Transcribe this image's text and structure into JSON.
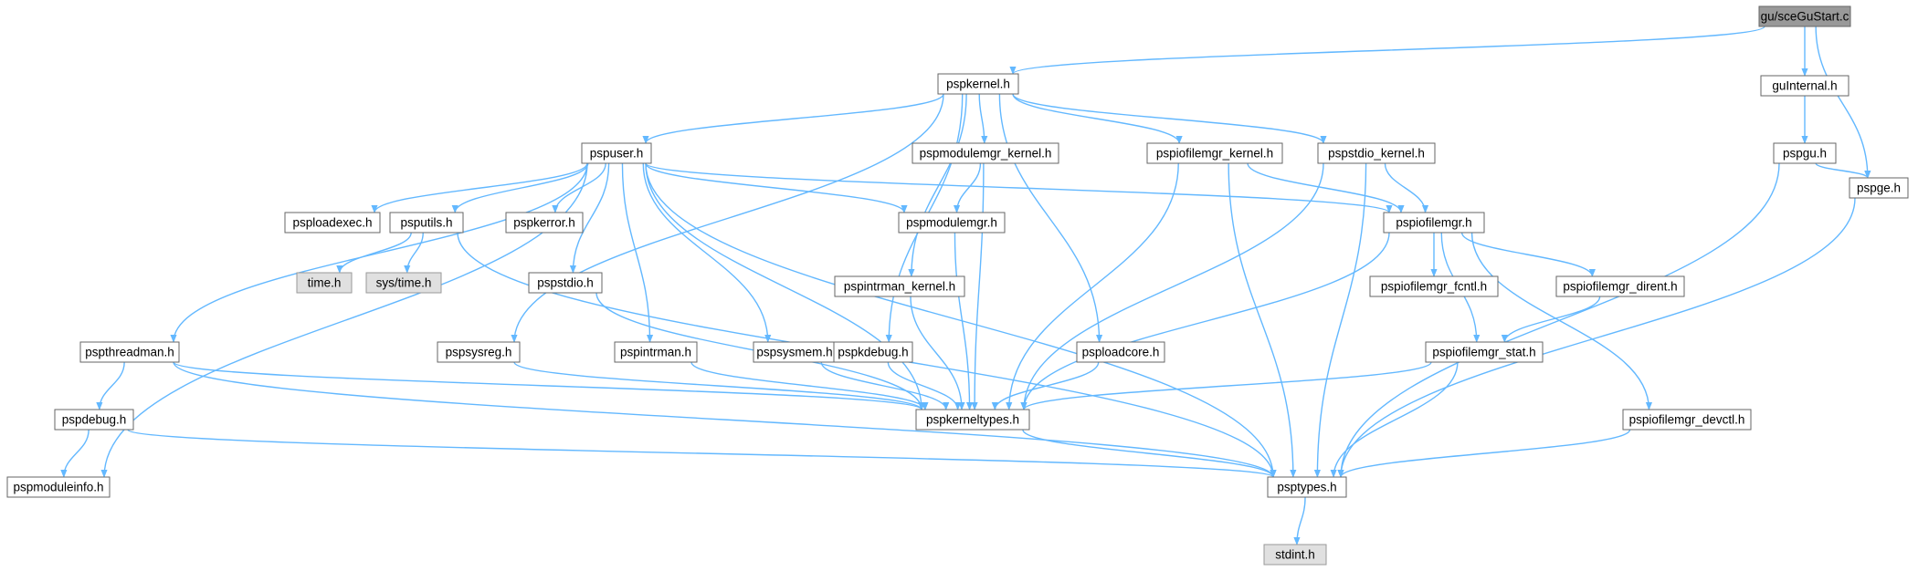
{
  "graph": {
    "colors": {
      "edge": "#63b8ff",
      "node_border": "#666666",
      "root_fill": "#999999",
      "system_header_fill": "#e0e0e0"
    },
    "nodes": [
      {
        "id": "sceGuStart",
        "label": "gu/sceGuStart.c",
        "kind": "root"
      },
      {
        "id": "pspkernel",
        "label": "pspkernel.h",
        "kind": "header"
      },
      {
        "id": "guInternal",
        "label": "guInternal.h",
        "kind": "header"
      },
      {
        "id": "pspgu",
        "label": "pspgu.h",
        "kind": "header"
      },
      {
        "id": "pspge",
        "label": "pspge.h",
        "kind": "header"
      },
      {
        "id": "pspuser",
        "label": "pspuser.h",
        "kind": "header"
      },
      {
        "id": "pspmodulemgr_kernel",
        "label": "pspmodulemgr_kernel.h",
        "kind": "header"
      },
      {
        "id": "pspiofilemgr_kernel",
        "label": "pspiofilemgr_kernel.h",
        "kind": "header"
      },
      {
        "id": "pspstdio_kernel",
        "label": "pspstdio_kernel.h",
        "kind": "header"
      },
      {
        "id": "psploadexec",
        "label": "psploadexec.h",
        "kind": "header"
      },
      {
        "id": "psputils",
        "label": "psputils.h",
        "kind": "header"
      },
      {
        "id": "pspkerror",
        "label": "pspkerror.h",
        "kind": "header"
      },
      {
        "id": "pspmodulemgr",
        "label": "pspmodulemgr.h",
        "kind": "header"
      },
      {
        "id": "pspiofilemgr",
        "label": "pspiofilemgr.h",
        "kind": "header"
      },
      {
        "id": "time",
        "label": "time.h",
        "kind": "system"
      },
      {
        "id": "systime",
        "label": "sys/time.h",
        "kind": "system"
      },
      {
        "id": "pspstdio",
        "label": "pspstdio.h",
        "kind": "header"
      },
      {
        "id": "pspintrman_kernel",
        "label": "pspintrman_kernel.h",
        "kind": "header"
      },
      {
        "id": "pspiofilemgr_fcntl",
        "label": "pspiofilemgr_fcntl.h",
        "kind": "header"
      },
      {
        "id": "pspiofilemgr_dirent",
        "label": "pspiofilemgr_dirent.h",
        "kind": "header"
      },
      {
        "id": "pspthreadman",
        "label": "pspthreadman.h",
        "kind": "header"
      },
      {
        "id": "pspsysreg",
        "label": "pspsysreg.h",
        "kind": "header"
      },
      {
        "id": "pspintrman",
        "label": "pspintrman.h",
        "kind": "header"
      },
      {
        "id": "pspsysmem",
        "label": "pspsysmem.h",
        "kind": "header"
      },
      {
        "id": "pspkdebug",
        "label": "pspkdebug.h",
        "kind": "header"
      },
      {
        "id": "psploadcore",
        "label": "psploadcore.h",
        "kind": "header"
      },
      {
        "id": "pspiofilemgr_stat",
        "label": "pspiofilemgr_stat.h",
        "kind": "header"
      },
      {
        "id": "pspdebug",
        "label": "pspdebug.h",
        "kind": "header"
      },
      {
        "id": "pspkerneltypes",
        "label": "pspkerneltypes.h",
        "kind": "header"
      },
      {
        "id": "pspiofilemgr_devctl",
        "label": "pspiofilemgr_devctl.h",
        "kind": "header"
      },
      {
        "id": "pspmoduleinfo",
        "label": "pspmoduleinfo.h",
        "kind": "header"
      },
      {
        "id": "psptypes",
        "label": "psptypes.h",
        "kind": "header"
      },
      {
        "id": "stdint",
        "label": "stdint.h",
        "kind": "system"
      }
    ],
    "edges": [
      [
        "sceGuStart",
        "pspkernel"
      ],
      [
        "sceGuStart",
        "guInternal"
      ],
      [
        "sceGuStart",
        "pspge"
      ],
      [
        "guInternal",
        "pspgu"
      ],
      [
        "pspgu",
        "pspge"
      ],
      [
        "pspgu",
        "psptypes"
      ],
      [
        "pspge",
        "psptypes"
      ],
      [
        "pspkernel",
        "pspuser"
      ],
      [
        "pspkernel",
        "pspmodulemgr_kernel"
      ],
      [
        "pspkernel",
        "pspiofilemgr_kernel"
      ],
      [
        "pspkernel",
        "pspstdio_kernel"
      ],
      [
        "pspkernel",
        "pspsysreg"
      ],
      [
        "pspkernel",
        "pspkdebug"
      ],
      [
        "pspkernel",
        "pspintrman_kernel"
      ],
      [
        "pspkernel",
        "psploadcore"
      ],
      [
        "pspuser",
        "pspmoduleinfo"
      ],
      [
        "pspuser",
        "pspthreadman"
      ],
      [
        "pspuser",
        "psptypes"
      ],
      [
        "pspuser",
        "psploadexec"
      ],
      [
        "pspuser",
        "psputils"
      ],
      [
        "pspuser",
        "pspkerror"
      ],
      [
        "pspuser",
        "pspstdio"
      ],
      [
        "pspuser",
        "pspintrman"
      ],
      [
        "pspuser",
        "pspkerneltypes"
      ],
      [
        "pspuser",
        "pspsysmem"
      ],
      [
        "pspuser",
        "pspmodulemgr"
      ],
      [
        "pspuser",
        "pspiofilemgr"
      ],
      [
        "psputils",
        "time"
      ],
      [
        "psputils",
        "systime"
      ],
      [
        "psputils",
        "psptypes"
      ],
      [
        "pspmodulemgr_kernel",
        "pspmodulemgr"
      ],
      [
        "pspmodulemgr_kernel",
        "pspkerneltypes"
      ],
      [
        "pspiofilemgr_kernel",
        "pspiofilemgr"
      ],
      [
        "pspiofilemgr_kernel",
        "pspkerneltypes"
      ],
      [
        "pspiofilemgr_kernel",
        "psptypes"
      ],
      [
        "pspstdio_kernel",
        "pspiofilemgr"
      ],
      [
        "pspstdio_kernel",
        "pspkerneltypes"
      ],
      [
        "pspstdio_kernel",
        "psptypes"
      ],
      [
        "pspiofilemgr",
        "pspiofilemgr_fcntl"
      ],
      [
        "pspiofilemgr",
        "pspiofilemgr_dirent"
      ],
      [
        "pspiofilemgr",
        "pspiofilemgr_stat"
      ],
      [
        "pspiofilemgr",
        "pspiofilemgr_devctl"
      ],
      [
        "pspiofilemgr",
        "pspkerneltypes"
      ],
      [
        "pspiofilemgr_dirent",
        "pspiofilemgr_stat"
      ],
      [
        "pspiofilemgr_stat",
        "pspkerneltypes"
      ],
      [
        "pspiofilemgr_stat",
        "psptypes"
      ],
      [
        "pspiofilemgr_devctl",
        "psptypes"
      ],
      [
        "pspmodulemgr",
        "pspkerneltypes"
      ],
      [
        "pspstdio",
        "pspkerneltypes"
      ],
      [
        "pspintrman",
        "pspkerneltypes"
      ],
      [
        "pspsysmem",
        "pspkerneltypes"
      ],
      [
        "pspkdebug",
        "pspkerneltypes"
      ],
      [
        "psploadcore",
        "pspkerneltypes"
      ],
      [
        "pspintrman_kernel",
        "pspkerneltypes"
      ],
      [
        "pspsysreg",
        "pspkerneltypes"
      ],
      [
        "pspthreadman",
        "pspdebug"
      ],
      [
        "pspthreadman",
        "pspkerneltypes"
      ],
      [
        "pspthreadman",
        "psptypes"
      ],
      [
        "pspdebug",
        "pspmoduleinfo"
      ],
      [
        "pspdebug",
        "psptypes"
      ],
      [
        "pspkerneltypes",
        "psptypes"
      ],
      [
        "psptypes",
        "stdint"
      ]
    ]
  }
}
